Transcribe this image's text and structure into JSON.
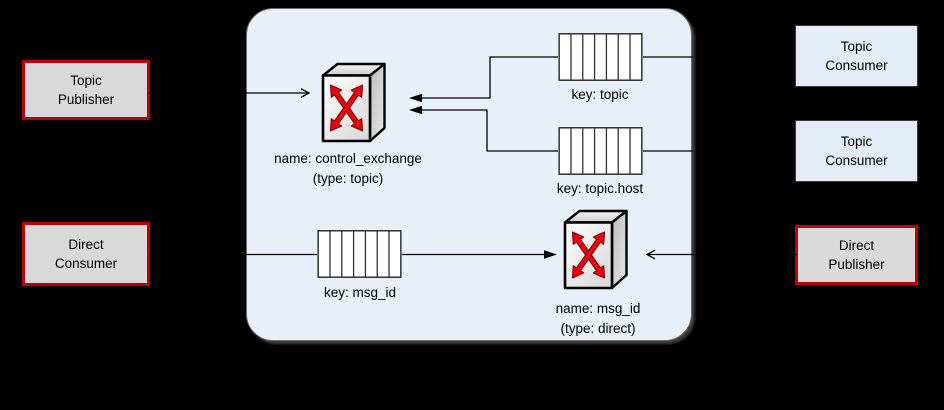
{
  "diagram": {
    "nodes": {
      "topic_publisher": {
        "lines": [
          "Topic",
          "Publisher"
        ]
      },
      "direct_consumer": {
        "lines": [
          "Direct",
          "Consumer"
        ]
      },
      "topic_consumer_top": {
        "lines": [
          "Topic",
          "Consumer"
        ]
      },
      "topic_consumer_bottom": {
        "lines": [
          "Topic",
          "Consumer"
        ]
      },
      "direct_publisher": {
        "lines": [
          "Direct",
          "Publisher"
        ]
      }
    },
    "exchanges": {
      "control": {
        "name": "name: control_exchange",
        "type": "(type: topic)"
      },
      "direct": {
        "name": "name: msg_id",
        "type": "(type: direct)"
      }
    },
    "queues": {
      "topic": {
        "label": "key: topic"
      },
      "topic_host": {
        "label": "key: topic.host"
      },
      "msg_id": {
        "label": "key: msg_id"
      }
    }
  },
  "colors": {
    "background": "#000000",
    "panel_fill": "#e9eff8",
    "panel_border": "#6f6f6f",
    "publisher_fill": "#d9d9d9",
    "publisher_border": "#c00000",
    "consumer_fill": "#e3ebf6",
    "consumer_border": "#3a3a3a",
    "wire": "#000000",
    "arrow_red": "#e30613"
  }
}
